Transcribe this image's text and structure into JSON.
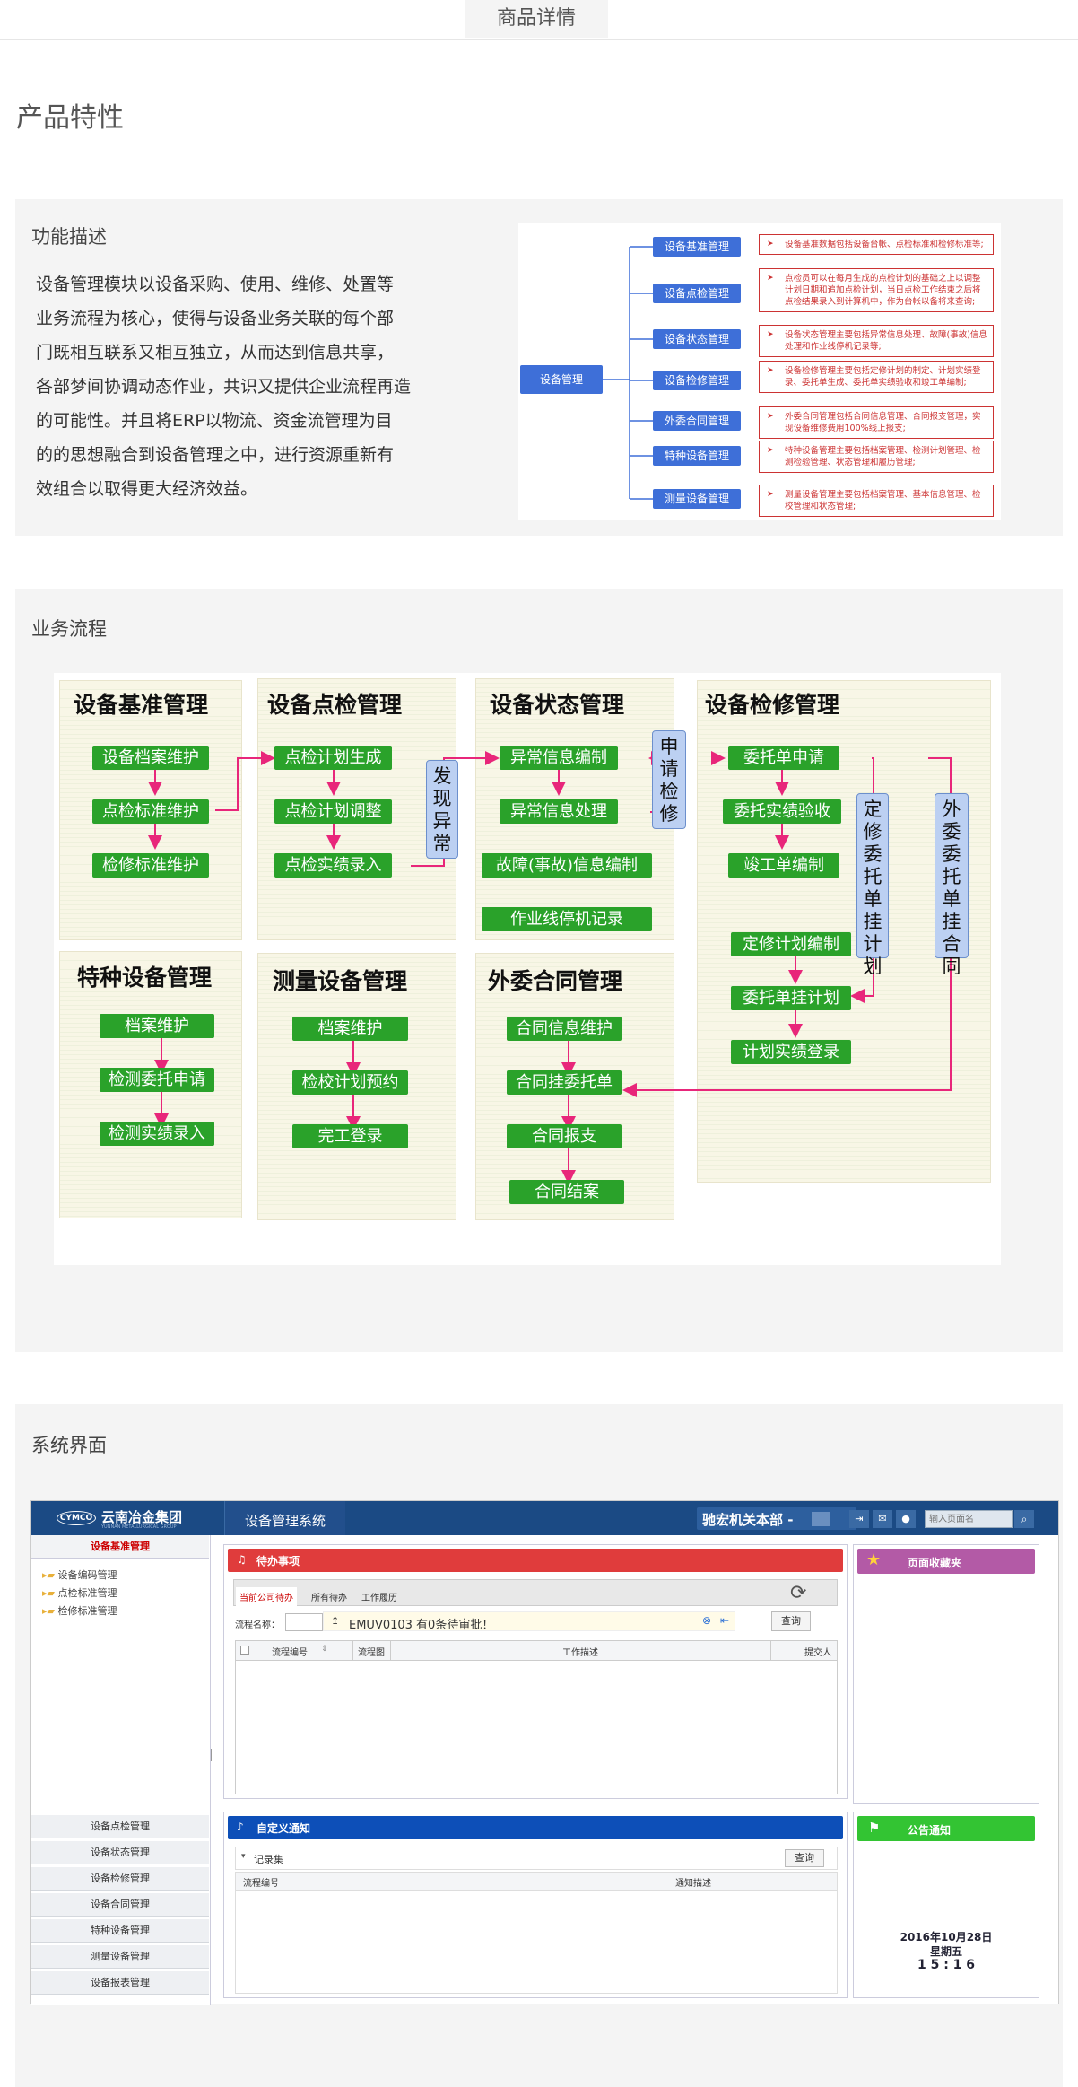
{
  "header": {
    "tab": "商品详情",
    "product_title": "产品特性"
  },
  "feature": {
    "title": "功能描述",
    "lines": [
      "设备管理模块以设备采购、使用、维修、处置等",
      "业务流程为核心，使得与设备业务关联的每个部",
      "门既相互联系又相互独立，从而达到信息共享，",
      "各部梦间协调动态作业，共识又提供企业流程再造",
      "的可能性。并且将ERP以物流、资金流管理为目",
      "的的思想融合到设备管理之中，进行资源重新有",
      "效组合以取得更大经济效益。"
    ]
  },
  "mindmap": {
    "root": "设备管理",
    "branches": [
      {
        "label": "设备基准管理",
        "desc": "设备基准数据包括设备台帐、点检标准和检修标准等;"
      },
      {
        "label": "设备点检管理",
        "desc": "点检员可以在每月生成的点检计划的基础之上以调整计划日期和追加点检计划，当日点检工作结束之后将点检结果录入到计算机中，作为台帐以备将来查询;"
      },
      {
        "label": "设备状态管理",
        "desc": "设备状态管理主要包括异常信息处理、故障(事故)信息处理和作业线停机记录等;"
      },
      {
        "label": "设备检修管理",
        "desc": "设备检修管理主要包括定修计划的制定、计划实绩登录、委托单生成、委托单实绩验收和竣工单编制;"
      },
      {
        "label": "外委合同管理",
        "desc": "外委合同管理包括合同信息管理、合同报支管理，实现设备维修费用100%线上报支;"
      },
      {
        "label": "特种设备管理",
        "desc": "特种设备管理主要包括档案管理、检测计划管理、检测检验管理、状态管理和履历管理;"
      },
      {
        "label": "测量设备管理",
        "desc": "测量设备管理主要包括档案管理、基本信息管理、检校管理和状态管理;"
      }
    ]
  },
  "process": {
    "title": "业务流程",
    "panels": {
      "jz": "设备基准管理",
      "dj": "设备点检管理",
      "zt": "设备状态管理",
      "jx": "设备检修管理",
      "tz": "特种设备管理",
      "cl": "测量设备管理",
      "ww": "外委合同管理"
    },
    "jz": [
      "设备档案维护",
      "点检标准维护",
      "检修标准维护"
    ],
    "dj": [
      "点检计划生成",
      "点检计划调整",
      "点检实绩录入"
    ],
    "zt": [
      "异常信息编制",
      "异常信息处理",
      "故障(事故)信息编制",
      "作业线停机记录"
    ],
    "jx": [
      "委托单申请",
      "委托实绩验收",
      "竣工单编制",
      "定修计划编制",
      "委托单挂计划",
      "计划实绩登录"
    ],
    "tz": [
      "档案维护",
      "检测委托申请",
      "检测实绩录入"
    ],
    "cl": [
      "档案维护",
      "检校计划预约",
      "完工登录"
    ],
    "ww": [
      "合同信息维护",
      "合同挂委托单",
      "合同报支",
      "合同结案"
    ],
    "v_fx": "发现异常",
    "v_sq": "申请检修",
    "v_dx": "定修委托单挂计划",
    "v_ww": "外委委托单挂合同"
  },
  "ui": {
    "title": "系统界面",
    "logo_badge": "CYMCO",
    "logo": "云南冶金集团",
    "logo_sub": "YUNNAN METALLURGICAL GROUP",
    "system_name": "设备管理系统",
    "org": "驰宏机关本部 -",
    "search_placeholder": "输入页面名",
    "sidebar": {
      "header": "设备基准管理",
      "tree": [
        "设备编码管理",
        "点检标准管理",
        "检修标准管理"
      ],
      "bottom": [
        "设备点检管理",
        "设备状态管理",
        "设备检修管理",
        "设备合同管理",
        "特种设备管理",
        "测量设备管理",
        "设备报表管理"
      ]
    },
    "todo": {
      "title": "待办事项",
      "tabs": [
        "当前公司待办",
        "所有待办",
        "工作履历"
      ],
      "filter_label": "流程名称：",
      "notice": "EMUV0103 有0条待审批！",
      "query": "查询",
      "cols": [
        "流程编号",
        "流程图",
        "工作描述",
        "提交人"
      ]
    },
    "custom": {
      "title": "自定义通知",
      "record_set": "记录集",
      "query": "查询",
      "cols": [
        "流程编号",
        "通知描述"
      ]
    },
    "fav": {
      "title": "页面收藏夹"
    },
    "announce": {
      "title": "公告通知",
      "date": "2016年10月28日",
      "weekday": "星期五",
      "time": "1 5 : 1 6"
    }
  },
  "colors": {
    "blue_node": "#3e6fd8",
    "green_btn": "#2aa22a",
    "topbar": "#1b4a84",
    "red_header": "#e03c3c",
    "blue_header": "#0d4fb8",
    "purple_header": "#b35aa6",
    "green_header": "#33c433"
  }
}
